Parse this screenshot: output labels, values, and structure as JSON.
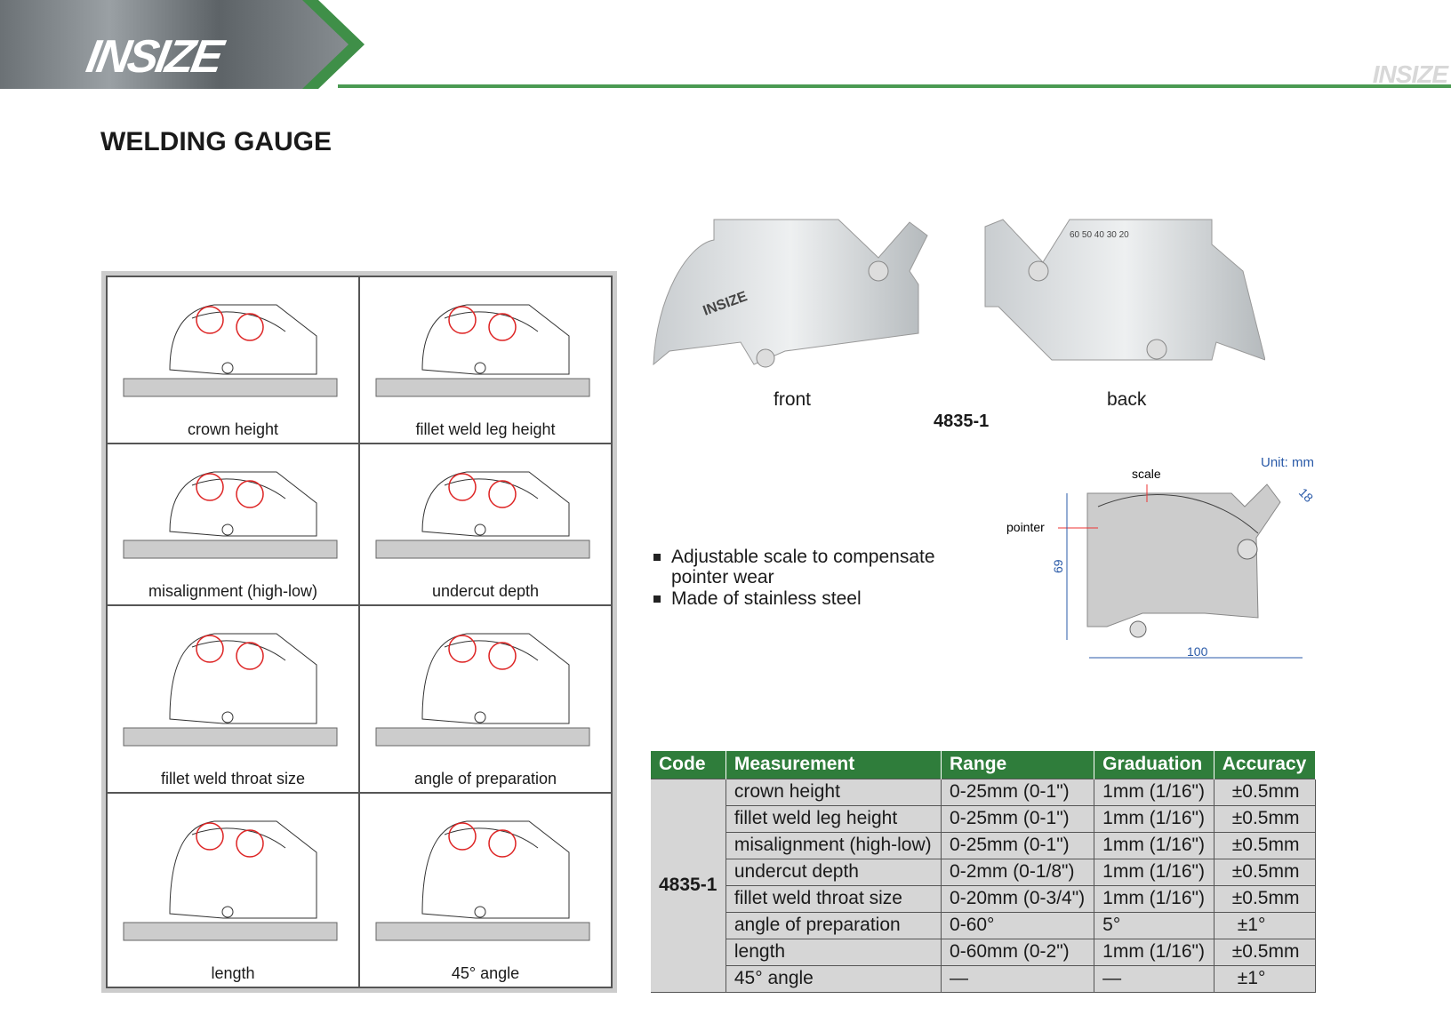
{
  "brand": "INSIZE",
  "title": "WELDING GAUGE",
  "applications": [
    {
      "label": "crown height"
    },
    {
      "label": "fillet weld leg height"
    },
    {
      "label": "misalignment (high-low)"
    },
    {
      "label": "undercut depth"
    },
    {
      "label": "fillet weld throat size"
    },
    {
      "label": "angle of preparation"
    },
    {
      "label": "length"
    },
    {
      "label": "45° angle"
    }
  ],
  "photos": {
    "front": "front",
    "back": "back",
    "code": "4835-1"
  },
  "features": [
    "Adjustable scale to compensate pointer wear",
    "Made of stainless steel"
  ],
  "diagram": {
    "unit": "Unit: mm",
    "scale": "scale",
    "pointer": "pointer",
    "width": "100",
    "height": "69",
    "slot": "18"
  },
  "table": {
    "headers": [
      "Code",
      "Measurement",
      "Range",
      "Graduation",
      "Accuracy"
    ],
    "code": "4835-1",
    "rows": [
      [
        "crown height",
        "0-25mm (0-1\")",
        "1mm (1/16\")",
        "±0.5mm"
      ],
      [
        "fillet weld leg height",
        "0-25mm (0-1\")",
        "1mm (1/16\")",
        "±0.5mm"
      ],
      [
        "misalignment (high-low)",
        "0-25mm (0-1\")",
        "1mm (1/16\")",
        "±0.5mm"
      ],
      [
        "undercut depth",
        "0-2mm (0-1/8\")",
        "1mm (1/16\")",
        "±0.5mm"
      ],
      [
        "fillet weld throat size",
        "0-20mm (0-3/4\")",
        "1mm (1/16\")",
        "±0.5mm"
      ],
      [
        "angle of preparation",
        "0-60°",
        "5°",
        "±1°"
      ],
      [
        "length",
        "0-60mm (0-2\")",
        "1mm (1/16\")",
        "±0.5mm"
      ],
      [
        "45° angle",
        "—",
        "—",
        "±1°"
      ]
    ]
  }
}
